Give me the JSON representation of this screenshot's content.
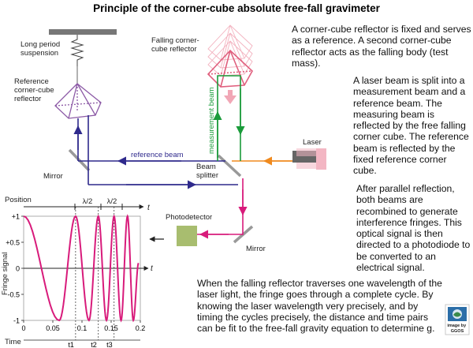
{
  "title": "Principle of the corner-cube absolute free-fall gravimeter",
  "labels": {
    "long_period_suspension": [
      "Long period",
      "suspension"
    ],
    "reference_reflector": [
      "Reference",
      "corner-cube",
      "reflector"
    ],
    "falling_reflector": [
      "Falling corner-",
      "cube reflector"
    ],
    "measurement_beam": "measurement beam",
    "reference_beam": "reference beam",
    "laser": "Laser",
    "mirror_left": "Mirror",
    "mirror_right": "Mirror",
    "beam_splitter": [
      "Beam",
      "splitter"
    ],
    "photodetector": "Photodetector",
    "logo_caption": [
      "image by",
      "GGOS"
    ]
  },
  "paragraphs": {
    "p1": "A corner-cube reflector is fixed and serves as a reference. A second corner-cube reflector acts as the falling body (test mass).",
    "p2": "A laser beam is split into a measurement beam and a reference beam. The measuring beam is reflected by the free falling corner cube. The reference beam is reflected by the fixed reference corner cube.",
    "p3": "After parallel reflection, both beams are recombined to generate interference fringes. This optical signal is then directed to a photodiode to be converted to an electrical signal.",
    "p4": "When the falling reflector traverses one wavelength of the laser light, the fringe goes through a complete cycle. By knowing the laser wavelength very precisely, and by timing the cycles precisely, the distance and time pairs can be fit to the free-fall gravity equation to determine g."
  },
  "chart": {
    "position_label": "Position",
    "lambda_half": "λ/2",
    "t_label": "t",
    "y_axis_label": "Fringe signal",
    "x_axis_label": "Time",
    "y_ticks": [
      "+1",
      "+0.5",
      "0",
      "-0.5",
      "-1"
    ],
    "x_ticks": [
      "0",
      "0.05",
      "0.1",
      "0.15",
      "0.2"
    ],
    "time_marks": [
      "t1",
      "t2",
      "t3"
    ]
  },
  "chart_data": {
    "type": "line",
    "title": "",
    "xlabel": "Time",
    "ylabel": "Fringe signal",
    "xlim": [
      0,
      0.2
    ],
    "ylim": [
      -1,
      1
    ],
    "series": [
      {
        "points": [
          [
            0,
            1
          ],
          [
            0.061,
            -1
          ],
          [
            0.089,
            1
          ],
          [
            0.112,
            -1
          ],
          [
            0.128,
            1
          ],
          [
            0.142,
            -1
          ],
          [
            0.155,
            1
          ],
          [
            0.167,
            -1
          ],
          [
            0.178,
            1
          ],
          [
            0.188,
            -1
          ],
          [
            0.197,
            0.1
          ]
        ]
      }
    ],
    "markers": {
      "t1": 0.089,
      "t2": 0.128,
      "t3": 0.155
    }
  },
  "colors": {
    "measurement": "#1a9b3a",
    "reference": "#2f2a8c",
    "laser_in": "#f08a1e",
    "recombined": "#d81b7b",
    "falling": "#e0607e",
    "ref_cube": "#8c5aa6",
    "curve": "#d81b7b",
    "laser_body": "#f3b7c3",
    "photodetector": "#a8bd6f"
  }
}
